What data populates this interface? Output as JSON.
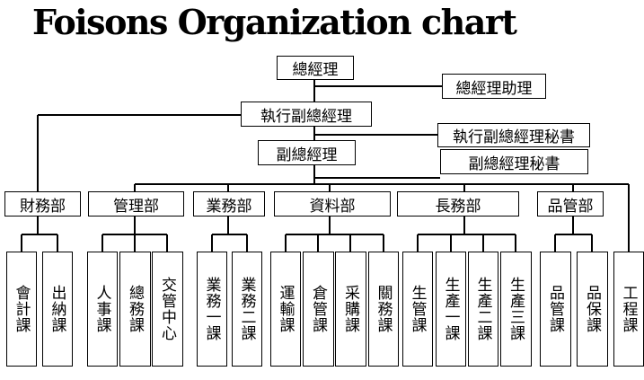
{
  "title": "Foisons Organization chart",
  "executives": {
    "gm": "總經理",
    "gm_assistant": "總經理助理",
    "evp": "執行副總經理",
    "evp_secretary": "執行副總經理秘書",
    "vp": "副總經理",
    "vp_secretary": "副總經理秘書"
  },
  "departments": [
    "財務部",
    "管理部",
    "業務部",
    "資料部",
    "長務部",
    "品管部"
  ],
  "sections": [
    "會計課",
    "出納課",
    "人事課",
    "總務課",
    "交管中心",
    "業務一課",
    "業務二課",
    "運輸課",
    "倉管課",
    "采購課",
    "關務課",
    "生管課",
    "生產一課",
    "生產二課",
    "生產三課",
    "品管課",
    "品保課",
    "工程課"
  ]
}
